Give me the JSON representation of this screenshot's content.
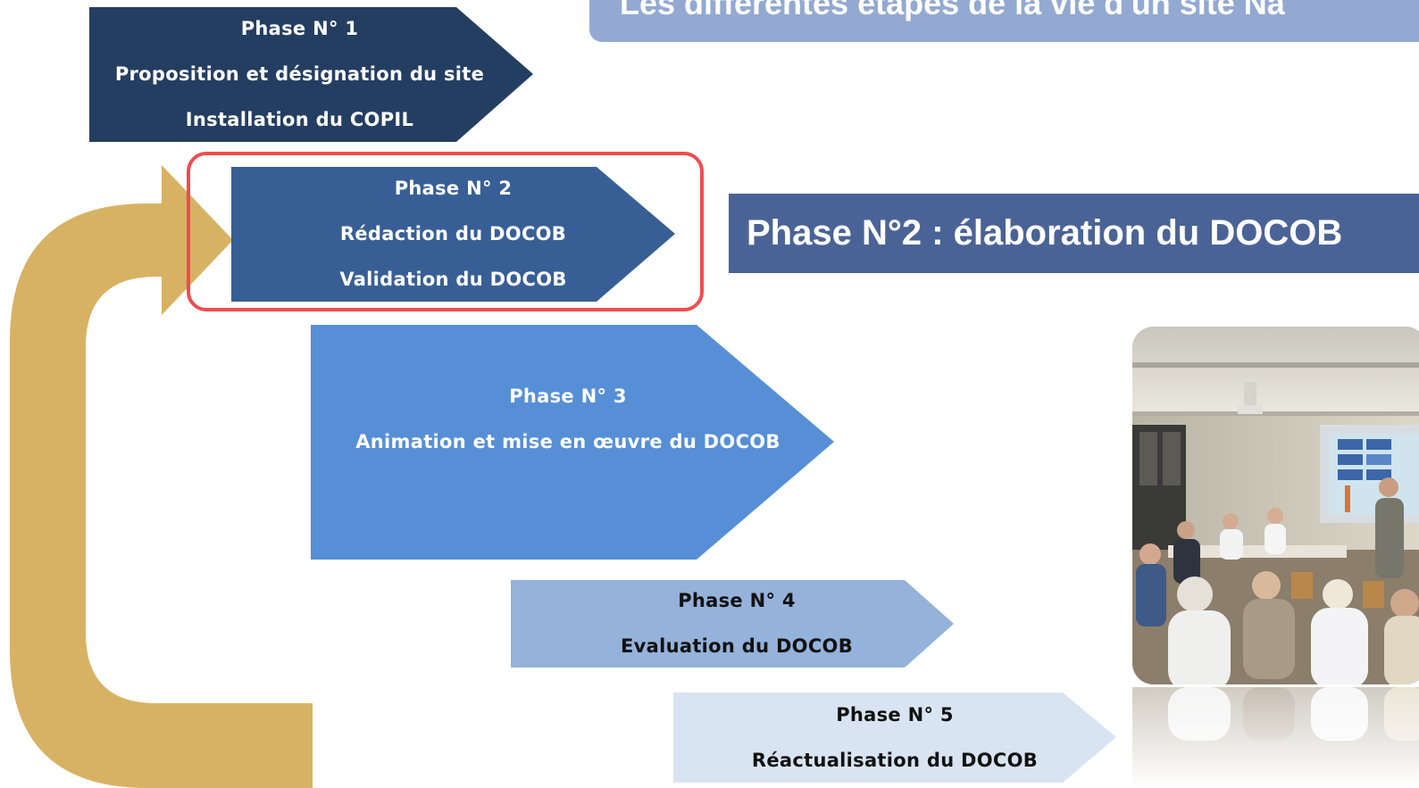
{
  "header": {
    "banner_text": "Les différentes étapes de la vie d'un site Na"
  },
  "phases": [
    {
      "label": "Phase N° 1",
      "lines": [
        "Proposition et désignation du site",
        "Installation du COPIL"
      ],
      "color": "#243e62"
    },
    {
      "label": "Phase N° 2",
      "lines": [
        "Rédaction du DOCOB",
        "Validation du DOCOB"
      ],
      "color": "#375f96"
    },
    {
      "label": "Phase N° 3",
      "lines": [
        "Animation et mise en œuvre du DOCOB"
      ],
      "color": "#568fd6"
    },
    {
      "label": "Phase N° 4",
      "lines": [
        "Evaluation du DOCOB"
      ],
      "color": "#94b2da"
    },
    {
      "label": "Phase N° 5",
      "lines": [
        "Réactualisation du DOCOB"
      ],
      "color": "#d9e4f2"
    }
  ],
  "current_phase": {
    "title": "Phase N°2 : élaboration du DOCOB",
    "highlight_color": "#ee4d4f"
  },
  "cycle_arrow": {
    "color": "#d8b263"
  },
  "photo": {
    "icon": "meeting-photo"
  }
}
